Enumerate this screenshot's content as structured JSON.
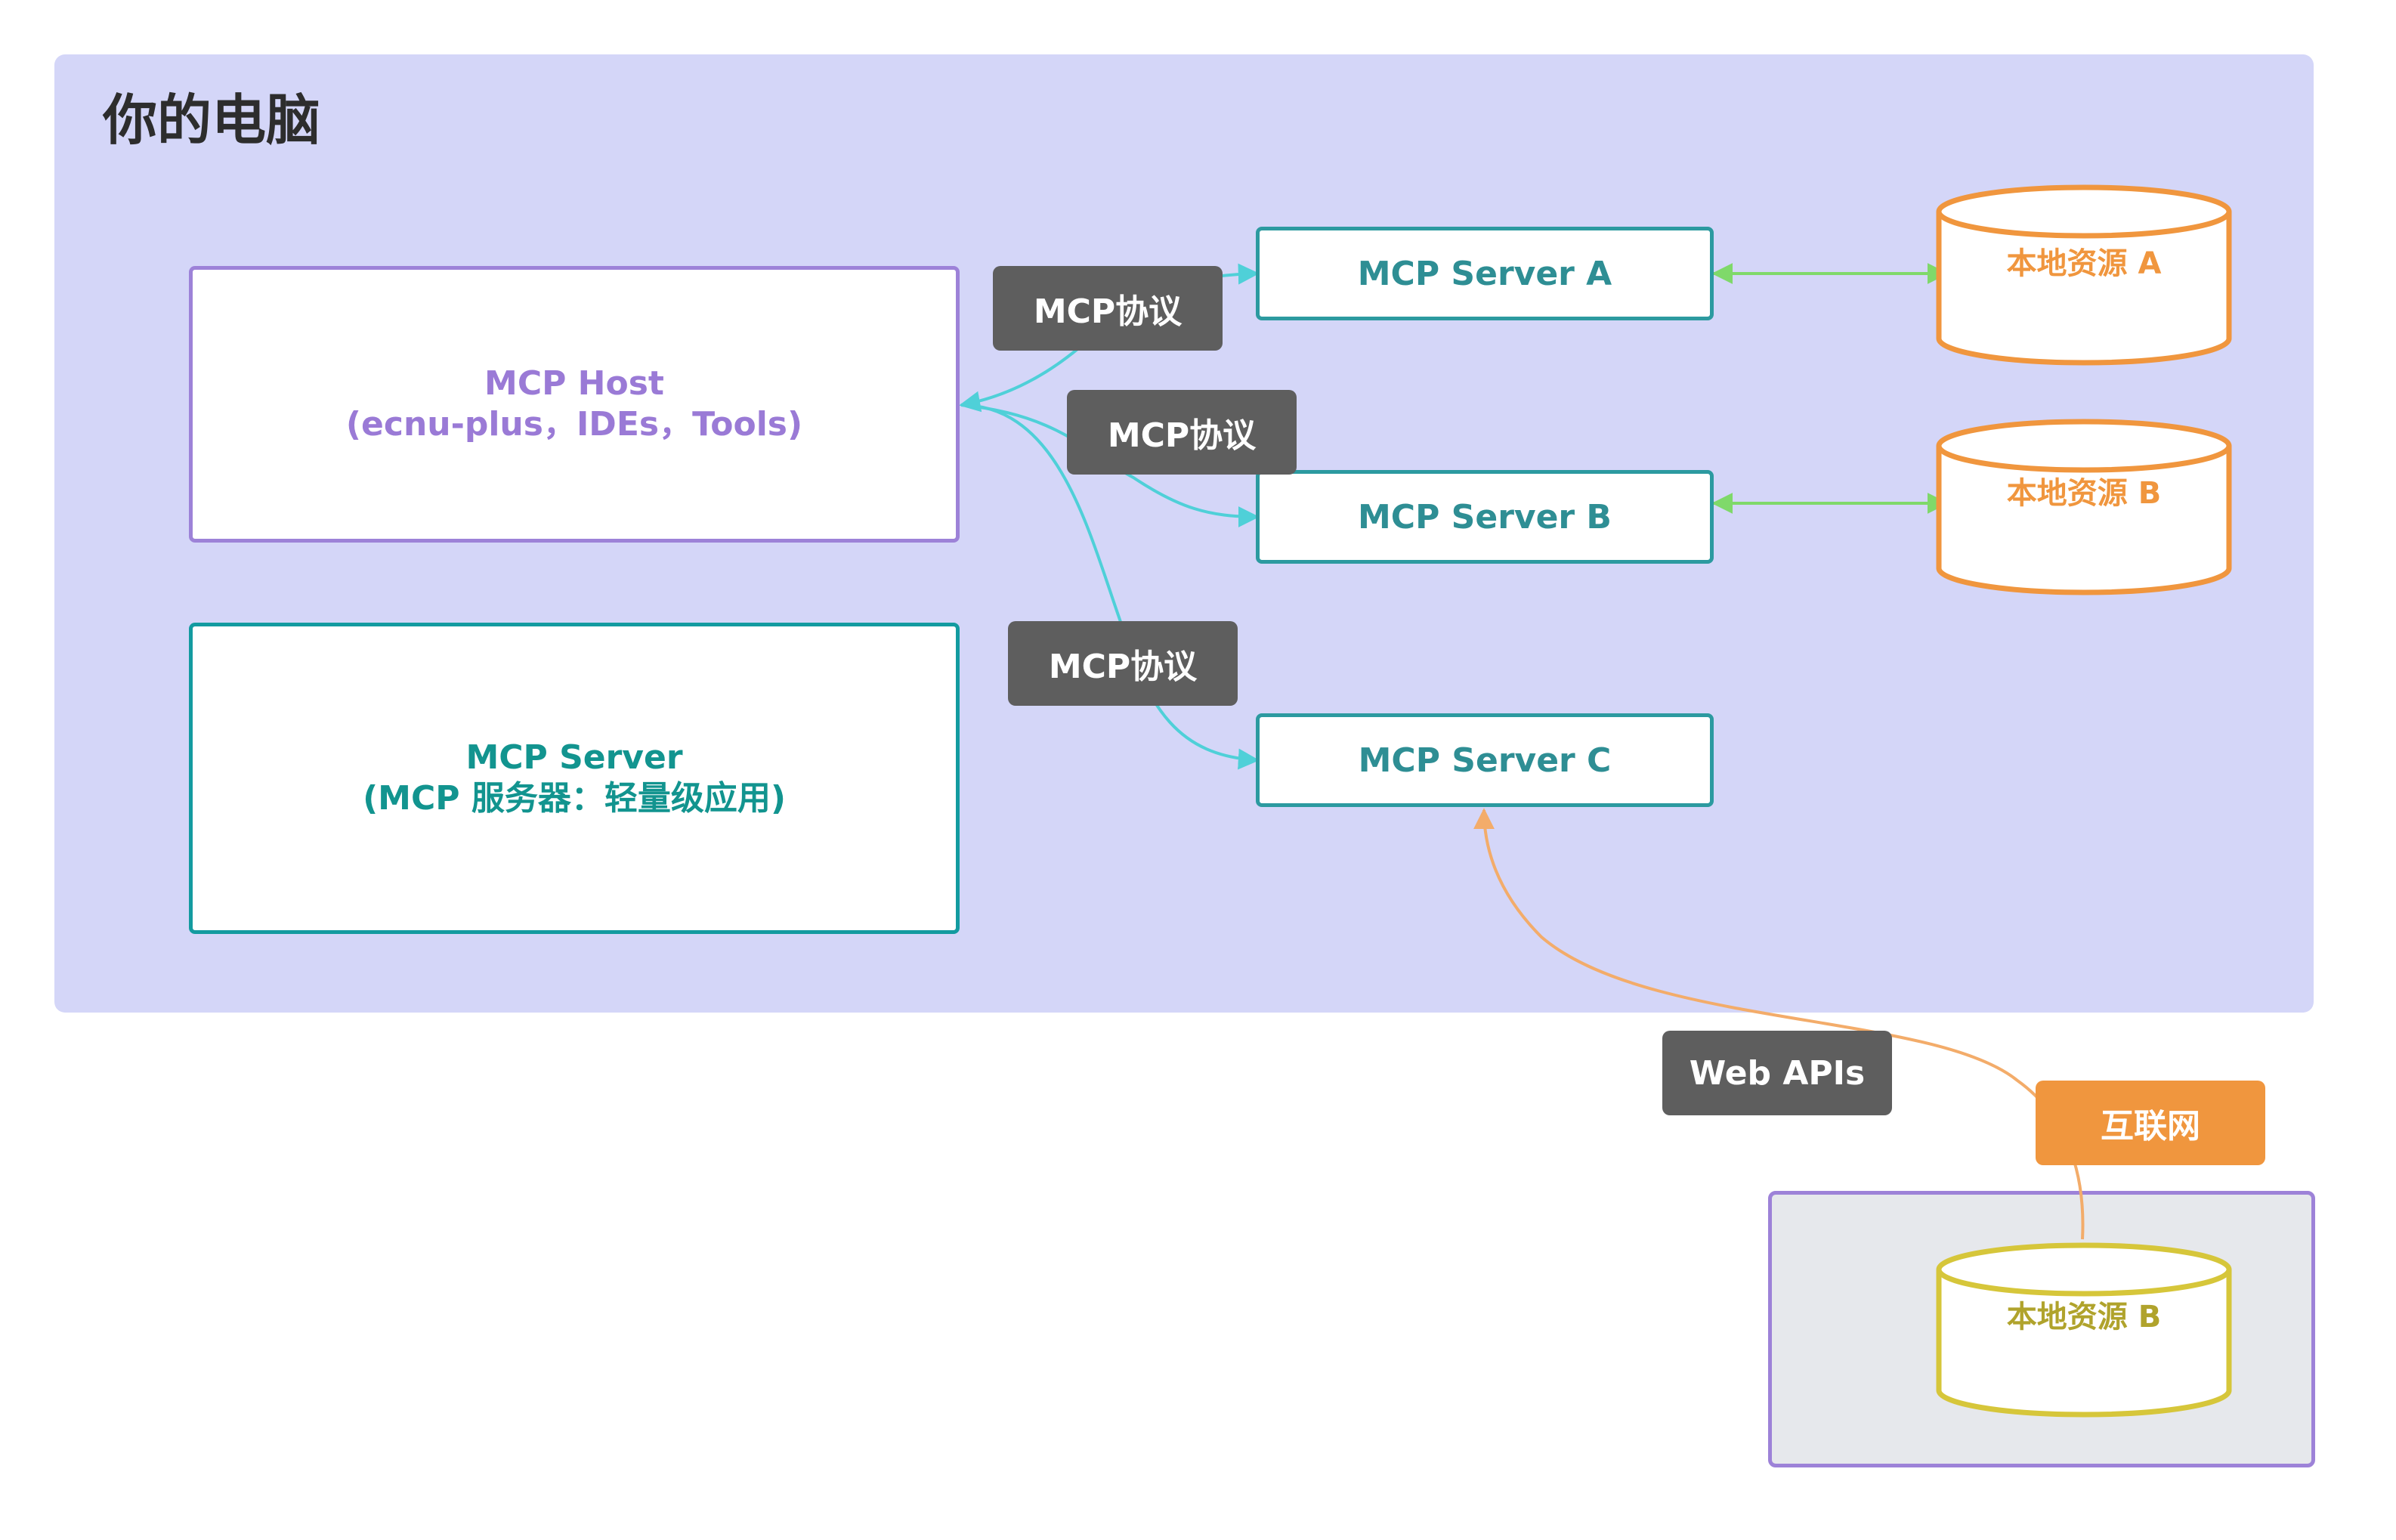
{
  "region": {
    "title": "你的电脑"
  },
  "host": {
    "line1": "MCP  Host",
    "line2": "(ecnu-plus，IDEs，Tools)"
  },
  "local_server": {
    "line1": "MCP Server",
    "line2": "(MCP 服务器：轻量级应用)"
  },
  "servers": [
    {
      "label": "MCP Server A"
    },
    {
      "label": "MCP Server B"
    },
    {
      "label": "MCP Server C"
    }
  ],
  "protocol_tags": [
    {
      "label": "MCP协议"
    },
    {
      "label": "MCP协议"
    },
    {
      "label": "MCP协议"
    }
  ],
  "resources": [
    {
      "label": "本地资源 A",
      "color": "#f0963e"
    },
    {
      "label": "本地资源 B",
      "color": "#f0963e"
    },
    {
      "label": "本地资源 B",
      "color": "#d6c63a"
    }
  ],
  "web_apis": {
    "label": "Web APIs"
  },
  "internet": {
    "label": "互联网"
  },
  "colors": {
    "region_bg": "#d4d6f8",
    "host_border": "#9d82d8",
    "server_border": "#2c9aa0",
    "protocol_link": "#4fd0d8",
    "resource_link": "#7fd96a",
    "web_link": "#f3ac6a",
    "resource_orange": "#f0963e",
    "resource_yellow": "#d6c63a"
  }
}
